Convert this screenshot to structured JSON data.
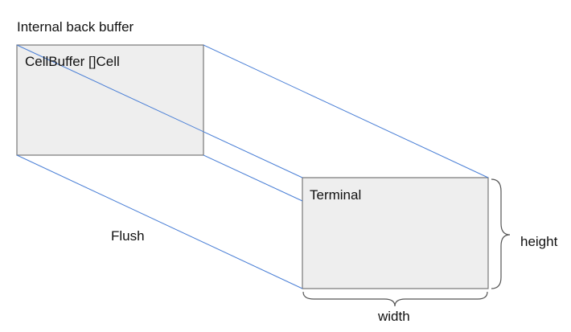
{
  "labels": {
    "internal_back_buffer": "Internal back buffer",
    "cell_buffer": "CellBuffer []Cell",
    "terminal": "Terminal",
    "flush": "Flush",
    "height": "height",
    "width": "width"
  },
  "colors": {
    "box_fill": "#eeeeee",
    "box_stroke": "#777777",
    "projection_line": "#4a7fd6",
    "brace": "#555555",
    "text": "#111111"
  }
}
